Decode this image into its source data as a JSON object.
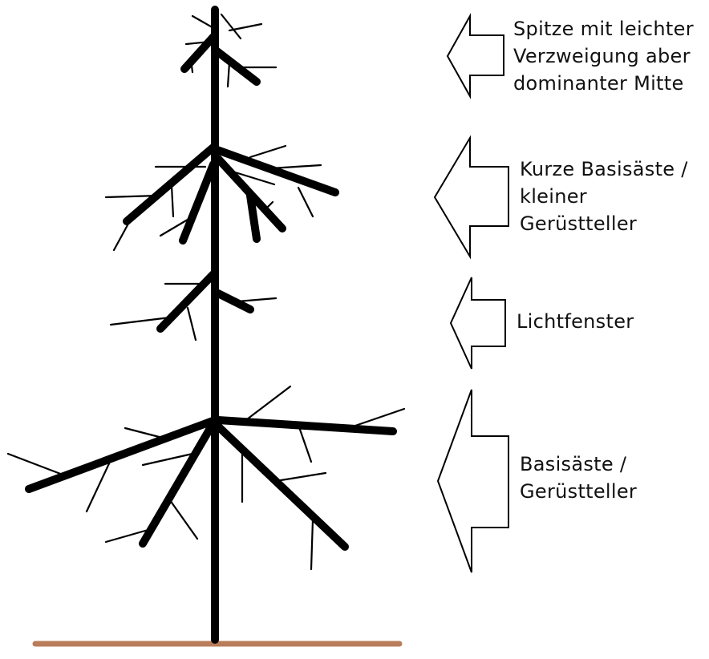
{
  "colors": {
    "tree": "#000000",
    "ground": "#b97d5a",
    "background": "#ffffff"
  },
  "labels": {
    "top": {
      "line1": "Spitze mit leichter",
      "line2": "Verzweigung aber",
      "line3": "dominanter Mitte"
    },
    "upper": {
      "line1": "Kurze Basisäste /",
      "line2": "kleiner",
      "line3": "Gerüstteller"
    },
    "window": {
      "line1": "Lichtfenster"
    },
    "base": {
      "line1": "Basisäste /",
      "line2": "Gerüstteller"
    }
  }
}
